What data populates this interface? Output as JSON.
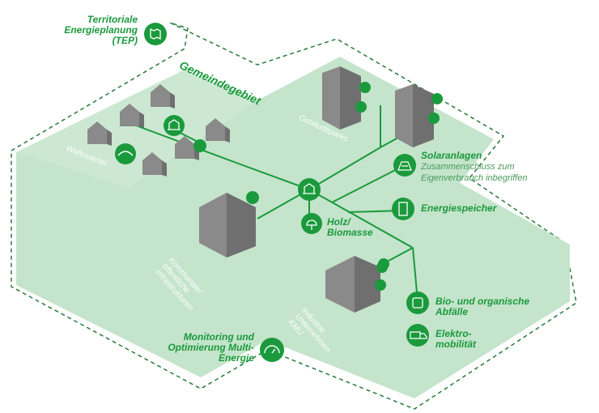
{
  "title": "Gemeindegebiet",
  "labels": {
    "tep": "Territoriale Energieplanung (TEP)",
    "solar": "Solaranlagen",
    "solar_sub": "Zusammenschluss zum Eigenverbrauch inbegriffen",
    "storage": "Energiespeicher",
    "wood": "Holz/ Biomasse",
    "bio": "Bio- und organische Abfälle",
    "emob": "Elektro- mobilität",
    "monitoring": "Monitoring und Optimierung Multi-Energie"
  },
  "areas": {
    "residential": "Wohnviertel",
    "buildings": "Gebäudeparks",
    "public": "Kommunale/ öffentliche Infrastrukturen",
    "industry": "Industrie Unternehmen KMU"
  },
  "colors": {
    "ground": "#c4e4cb",
    "accent": "#1a9a3c",
    "dashed": "#2a7a3c",
    "building": "#8a8a8a"
  },
  "icons": [
    "map-pin-icon",
    "solar-panel-icon",
    "battery-icon",
    "tree-icon",
    "bin-icon",
    "ev-truck-icon",
    "gauge-icon",
    "heat-icon",
    "car-plug-icon"
  ]
}
